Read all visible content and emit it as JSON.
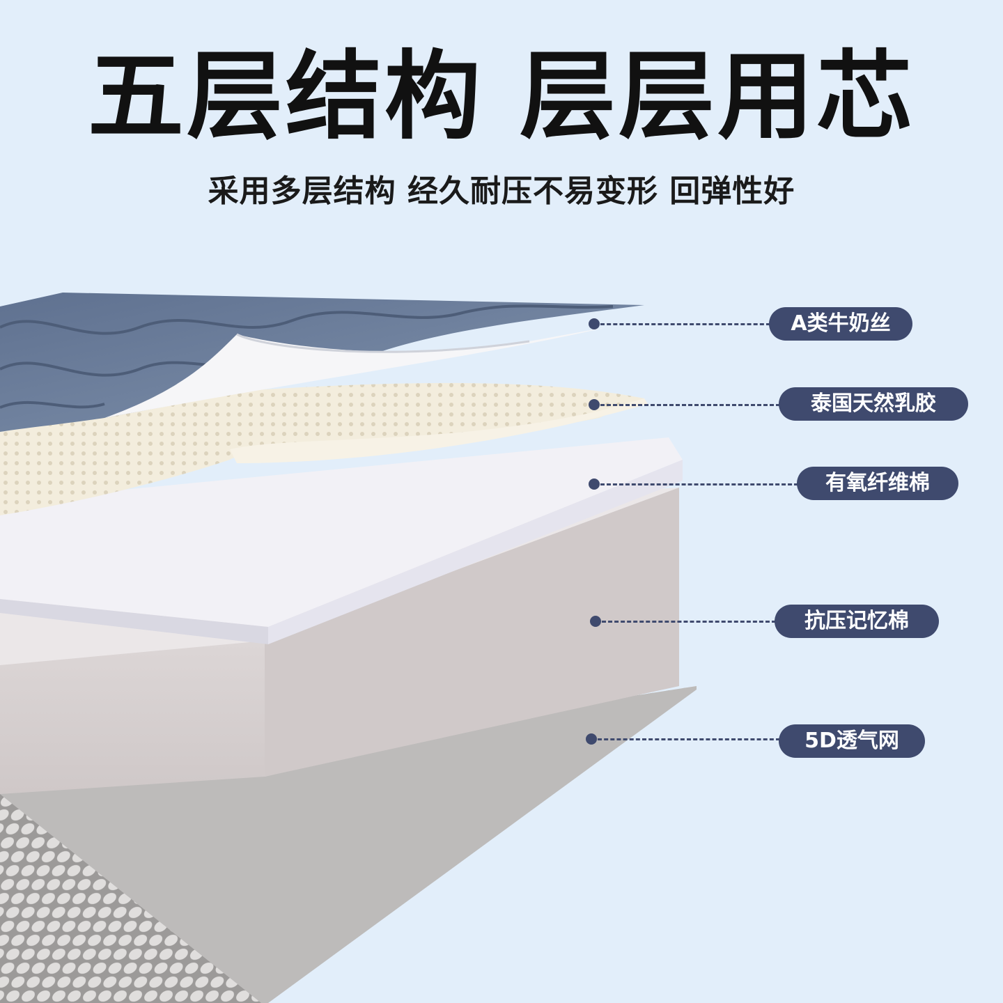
{
  "headline": "五层结构 层层用芯",
  "subheadline": "采用多层结构 经久耐压不易变形 回弹性好",
  "layers": [
    {
      "label": "A类牛奶丝"
    },
    {
      "label": "泰国天然乳胶"
    },
    {
      "label": "有氧纤维棉"
    },
    {
      "label": "抗压记忆棉"
    },
    {
      "label": "5D透气网"
    }
  ],
  "colors": {
    "background": "#e2eefa",
    "callout": "#3f4a6e",
    "top_fabric": "#6f819c",
    "latex": "#f2ecdd",
    "fiber": "#f1f0f5",
    "memory_foam": "#d8d2d3",
    "mesh": "#c9c7c6"
  }
}
